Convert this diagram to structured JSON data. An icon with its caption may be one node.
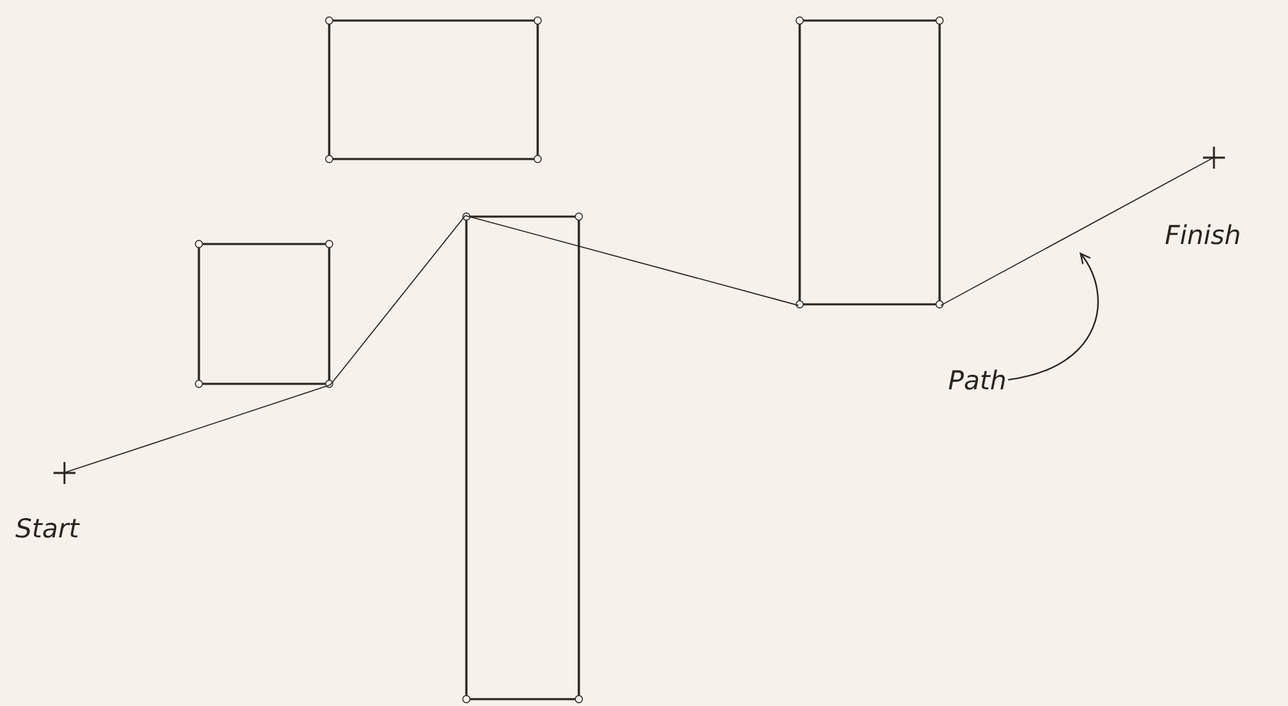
{
  "diagram": {
    "nodes": [
      {
        "text": [
          "Start"
        ]
      },
      {
        "text": [],
        "shape": "box"
      },
      {
        "text": [],
        "shape": "box"
      },
      {
        "text": [],
        "shape": "box"
      },
      {
        "text": [],
        "shape": "box"
      },
      {
        "text": [
          "Finish"
        ]
      },
      {
        "text": [
          "Path"
        ]
      }
    ],
    "edges": [
      {
        "from": 0,
        "to": 1,
        "arrow": "none"
      },
      {
        "from": 1,
        "to": 3,
        "arrow": "none"
      },
      {
        "from": 3,
        "to": 4,
        "arrow": "none"
      },
      {
        "from": 4,
        "to": 5,
        "arrow": "none"
      },
      {
        "from": 6,
        "to": null,
        "arrow": "to"
      }
    ]
  }
}
